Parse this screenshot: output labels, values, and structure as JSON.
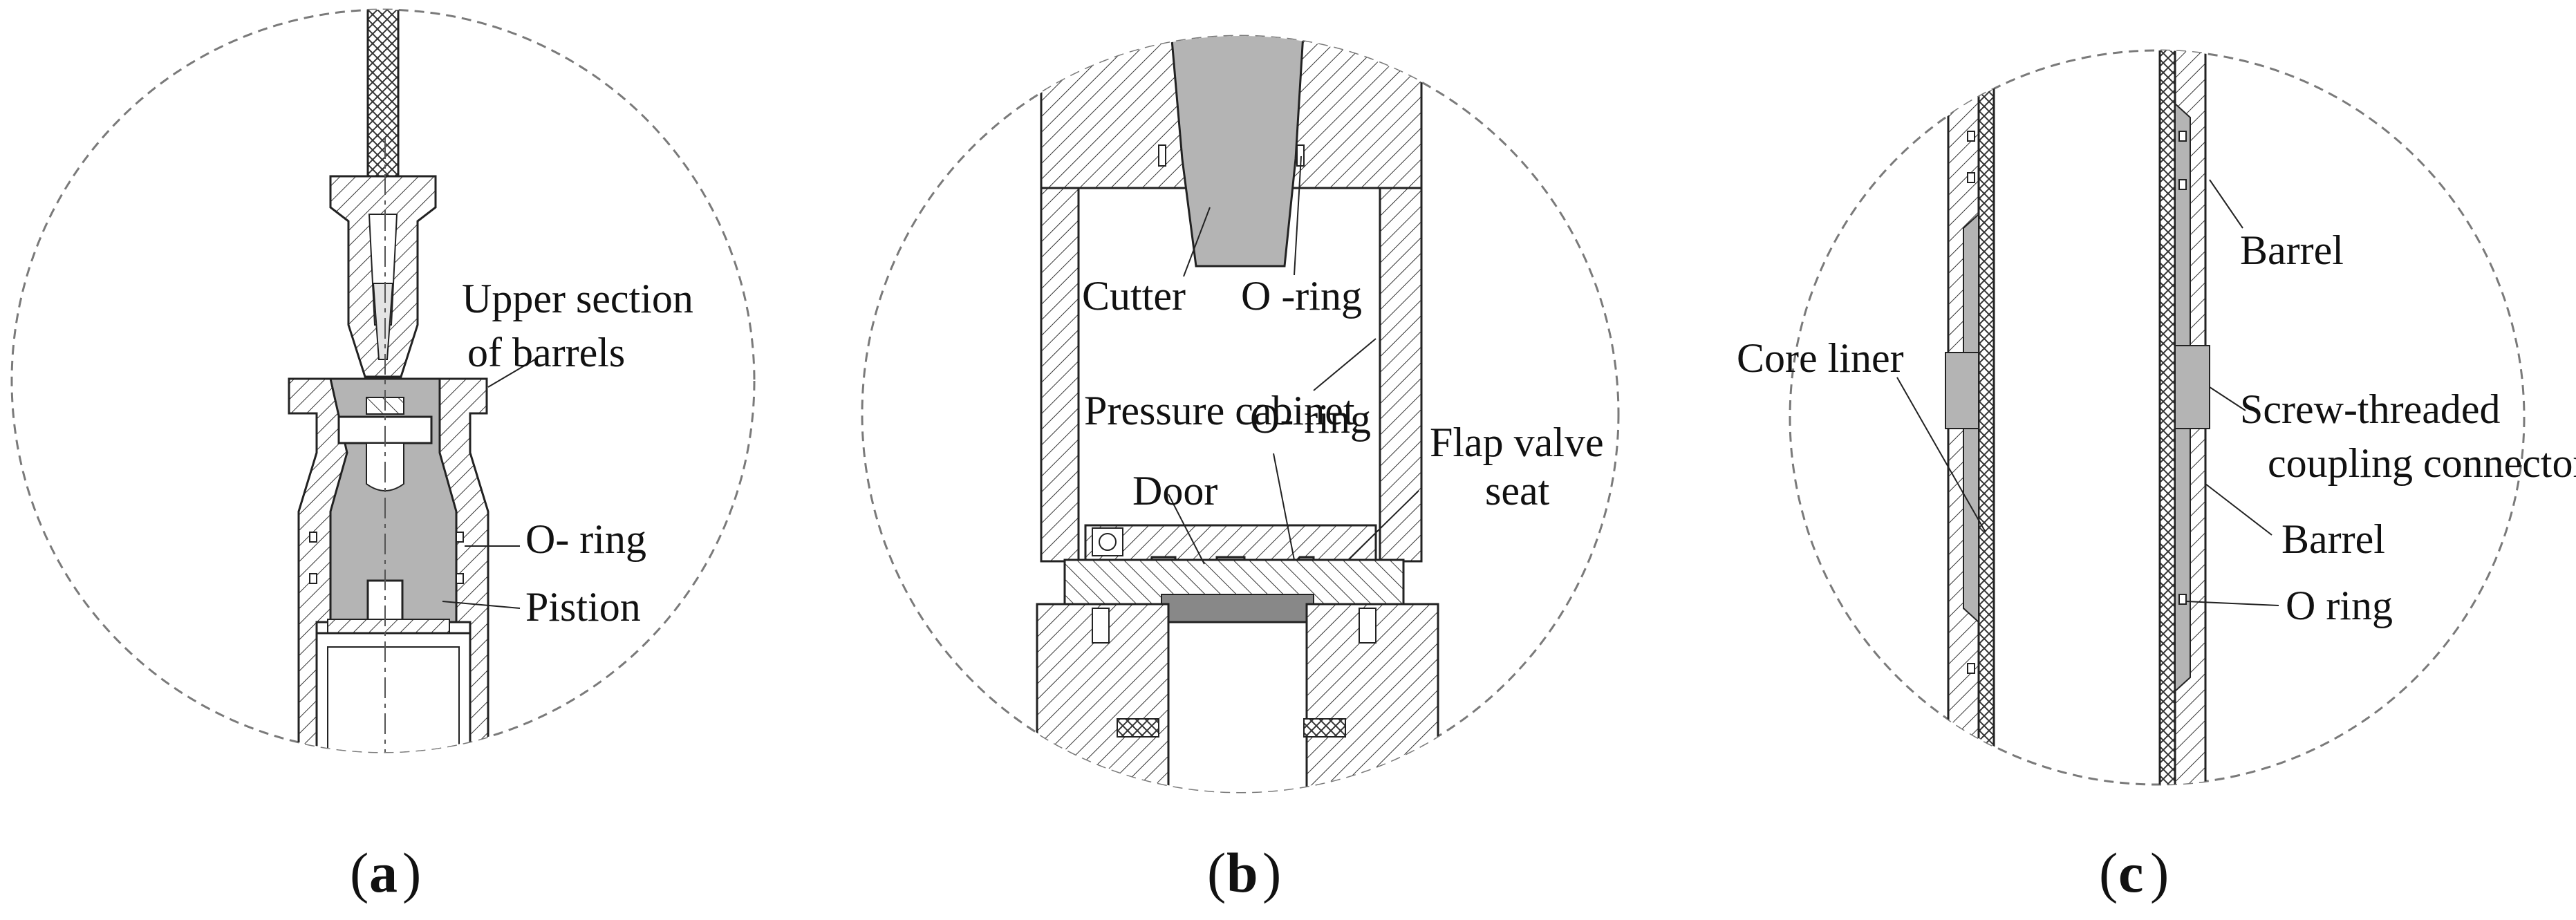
{
  "panels": [
    {
      "id": "a",
      "caption_letter": "a",
      "labels": [
        "Upper section",
        "of barrels",
        "O- ring",
        "Pistion"
      ]
    },
    {
      "id": "b",
      "caption_letter": "b",
      "labels": [
        "Cutter",
        "O -ring",
        "Pressure cabinet",
        "Door",
        "O- ring",
        "Flap valve",
        "seat"
      ]
    },
    {
      "id": "c",
      "caption_letter": "c",
      "labels": [
        "Barrel",
        "Core liner",
        "Screw-threaded",
        "coupling connector",
        "Barrel",
        "O ring"
      ]
    }
  ],
  "colors": {
    "gray_fill": "#b4b4b4",
    "line": "#222222",
    "dashed_circle": "#7a7a7a"
  }
}
